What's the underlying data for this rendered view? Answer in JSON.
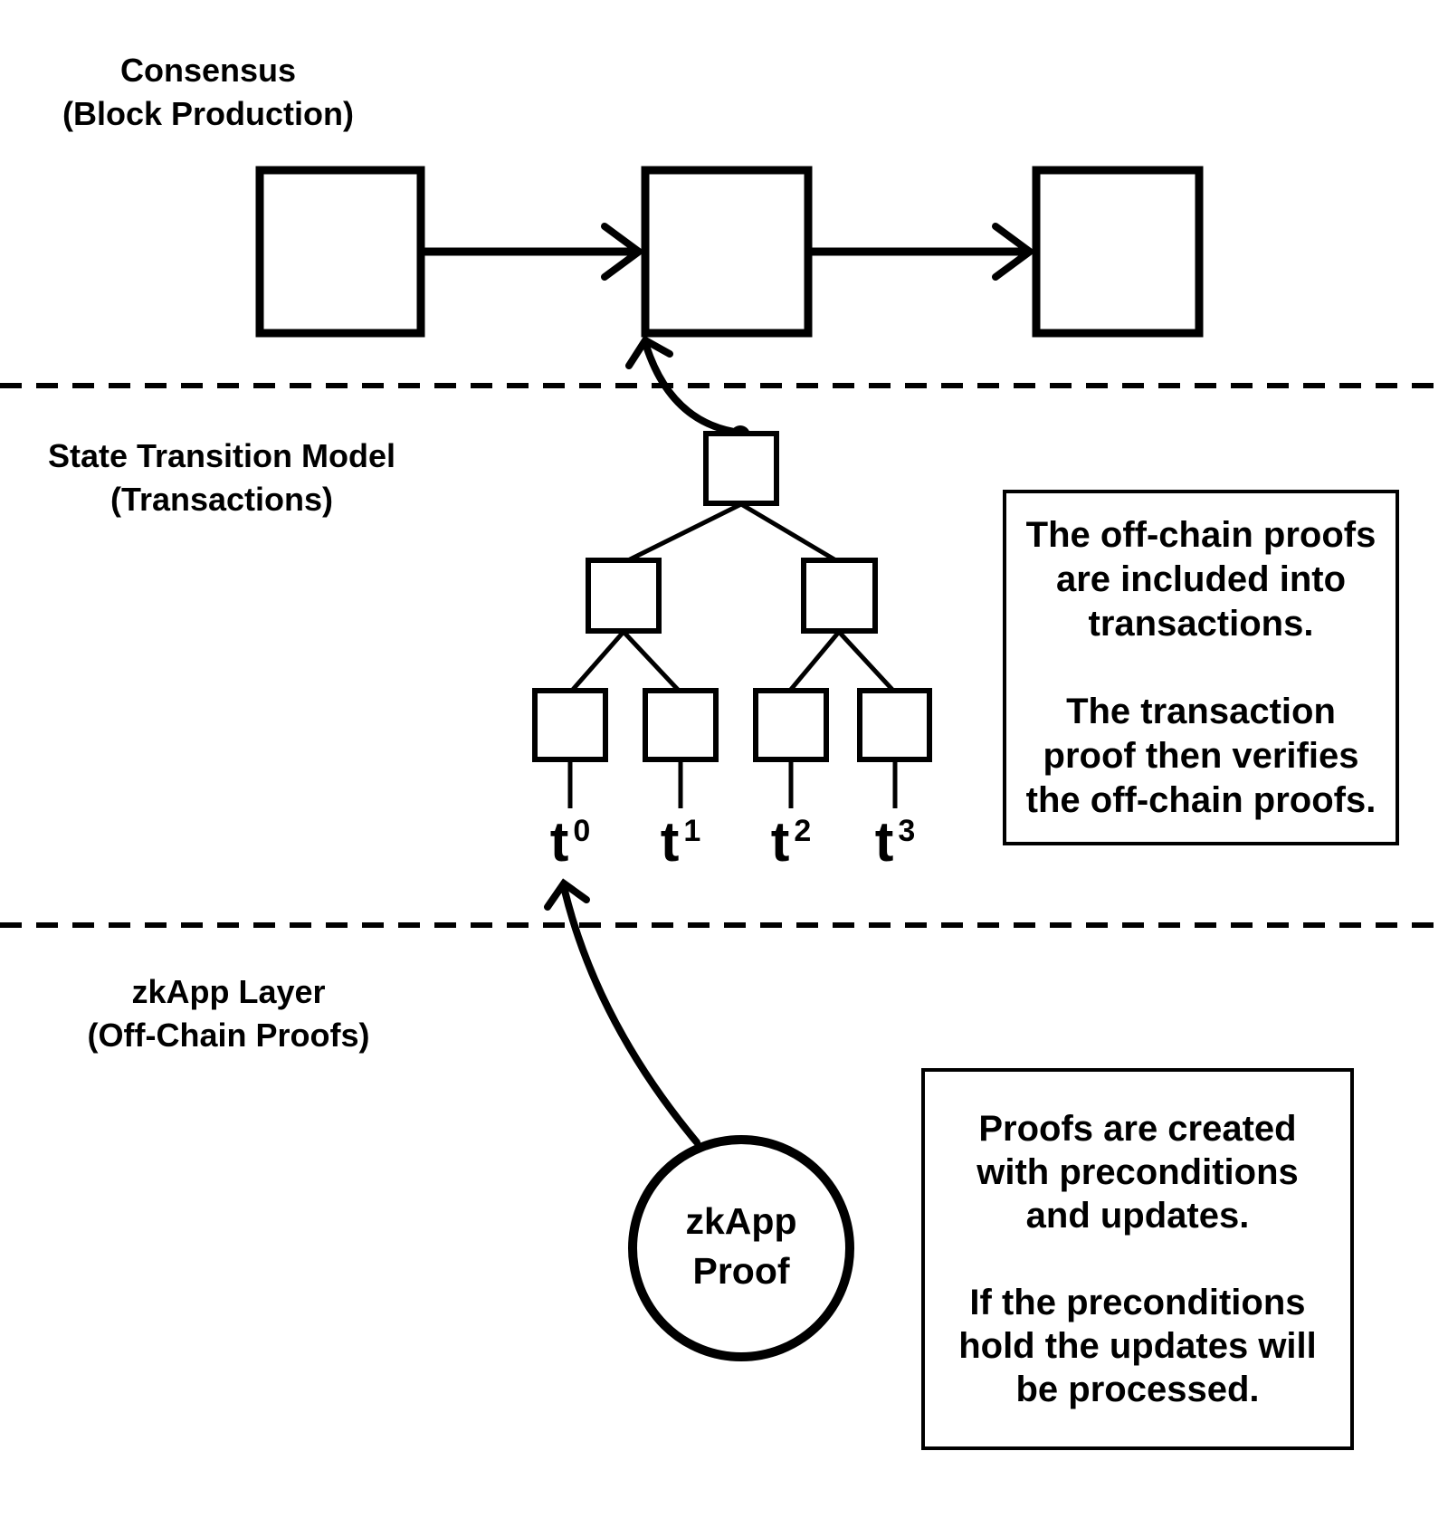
{
  "colors": {
    "ink": "#000000",
    "background": "#ffffff"
  },
  "sections": {
    "consensus": {
      "line1": "Consensus",
      "line2": "(Block Production)"
    },
    "state_transition": {
      "line1": "State Transition Model",
      "line2": "(Transactions)"
    },
    "zkapp": {
      "line1": "zkApp Layer",
      "line2": "(Off-Chain Proofs)"
    }
  },
  "tree": {
    "leaves": [
      {
        "base": "t",
        "sup": "0"
      },
      {
        "base": "t",
        "sup": "1"
      },
      {
        "base": "t",
        "sup": "2"
      },
      {
        "base": "t",
        "sup": "3"
      }
    ]
  },
  "zkapp_proof_circle": {
    "line1": "zkApp",
    "line2": "Proof"
  },
  "note_transactions": {
    "para1": [
      "The off-chain proofs",
      "are included into",
      "transactions."
    ],
    "para2": [
      "The transaction",
      "proof then verifies",
      "the off-chain proofs."
    ]
  },
  "note_proofs": {
    "para1": [
      "Proofs are created",
      "with preconditions",
      "and updates."
    ],
    "para2": [
      "If the preconditions",
      "hold the updates will",
      "be processed."
    ]
  }
}
